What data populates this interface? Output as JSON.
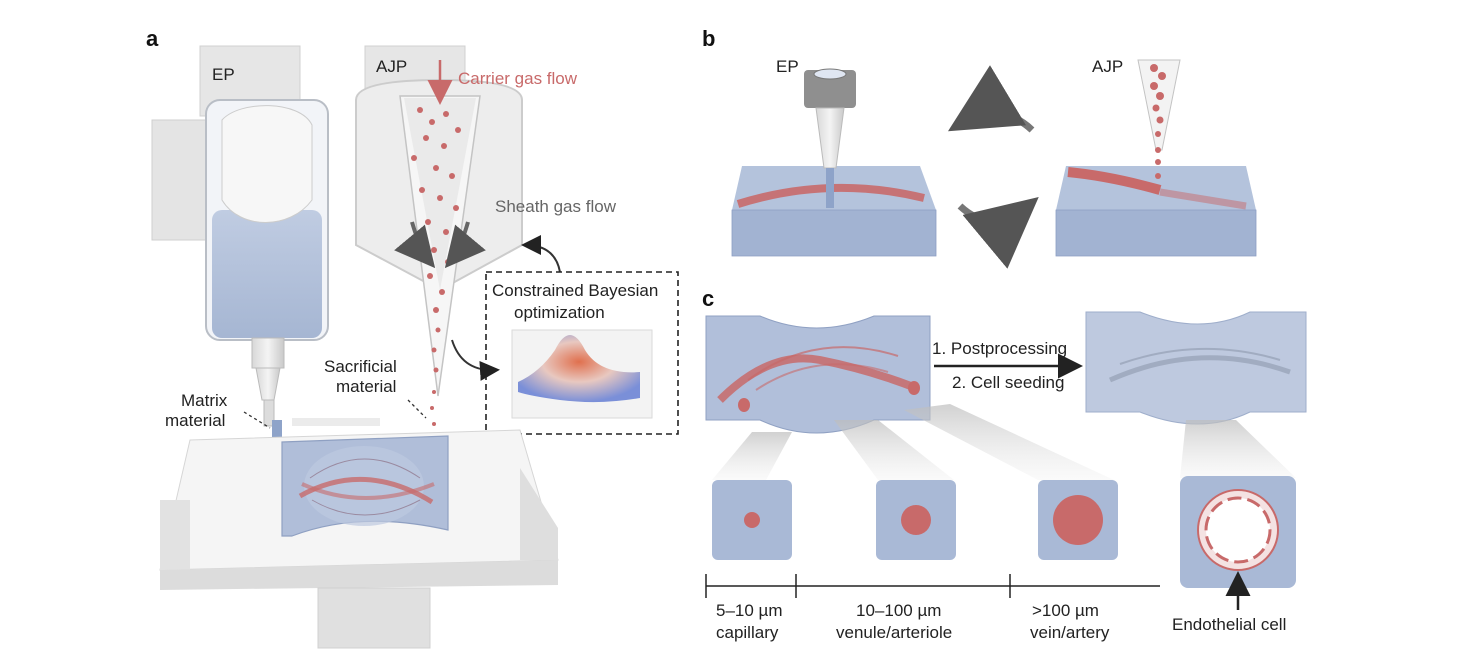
{
  "panels": {
    "a": "a",
    "b": "b",
    "c": "c"
  },
  "panel_a": {
    "ep_label": "EP",
    "ajp_label": "AJP",
    "carrier_gas": "Carrier gas flow",
    "sheath_gas": "Sheath gas flow",
    "optimization_line1": "Constrained Bayesian",
    "optimization_line2": "optimization",
    "sacrificial_line1": "Sacrificial",
    "sacrificial_line2": "material",
    "matrix_line1": "Matrix",
    "matrix_line2": "material"
  },
  "panel_b": {
    "ep_label": "EP",
    "ajp_label": "AJP"
  },
  "panel_c": {
    "step1": "1. Postprocessing",
    "step2": "2. Cell seeding",
    "scale": [
      {
        "range": "5–10 µm",
        "name": "capillary"
      },
      {
        "range": "10–100 µm",
        "name": "venule/arteriole"
      },
      {
        "range": ">100 µm",
        "name": "vein/artery"
      }
    ],
    "endothelial": "Endothelial cell"
  },
  "colors": {
    "vessel": "#c86a6a",
    "gel": "#a9b9d6",
    "machine": "#e8e8e8"
  }
}
